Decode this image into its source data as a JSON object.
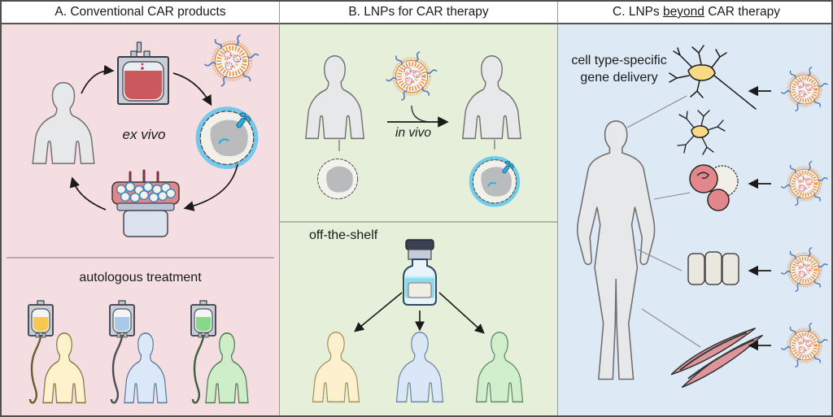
{
  "panels": {
    "a": {
      "title": "A. Conventional CAR products",
      "cycle_label": "ex vivo",
      "section2_label": "autologous treatment"
    },
    "b": {
      "title": "B. LNPs for CAR therapy",
      "arrow_label": "in vivo",
      "section2_label": "off-the-shelf"
    },
    "c": {
      "title_prefix": "C. LNPs ",
      "title_underlined": "beyond",
      "title_suffix": " CAR therapy",
      "label_line1": "cell type-specific",
      "label_line2": "gene delivery"
    }
  },
  "colors": {
    "panel_a_bg": "#f4dee2",
    "panel_b_bg": "#e5efda",
    "panel_c_bg": "#dde9f5",
    "lnp_orange": "#f09026",
    "lnp_ligand_blue": "#5a7fc0",
    "lnp_mrna_pink": "#d84f72",
    "car_membrane_cyan": "#2aabe2",
    "blood_red": "#ca585c",
    "patient_yellow": "#fdf2cc",
    "patient_blue": "#dbe8f8",
    "patient_green": "#cdeec8",
    "silhouette_grey": "#e6e8e9",
    "muscle_pink": "#dc959b"
  },
  "icons": {
    "lnp-icon": "lipid nanoparticle with mRNA and antibody ligands",
    "car-t-cell-icon": "CAR T cell with cyan membrane",
    "plain-t-cell-icon": "unmodified T cell",
    "patient-bust-icon": "patient upper-body silhouette",
    "full-body-icon": "full human body silhouette",
    "blood-bag-icon": "blood collection bag",
    "bioreactor-icon": "cell culture bioreactor",
    "iv-bag-icon": "IV infusion bag",
    "vial-icon": "LNP vial",
    "neuron-icon": "neurons",
    "blood-cells-icon": "blood cells",
    "tissue-icon": "tissue segments",
    "muscle-icon": "muscle fibers",
    "arrow-icon": "process arrow"
  }
}
